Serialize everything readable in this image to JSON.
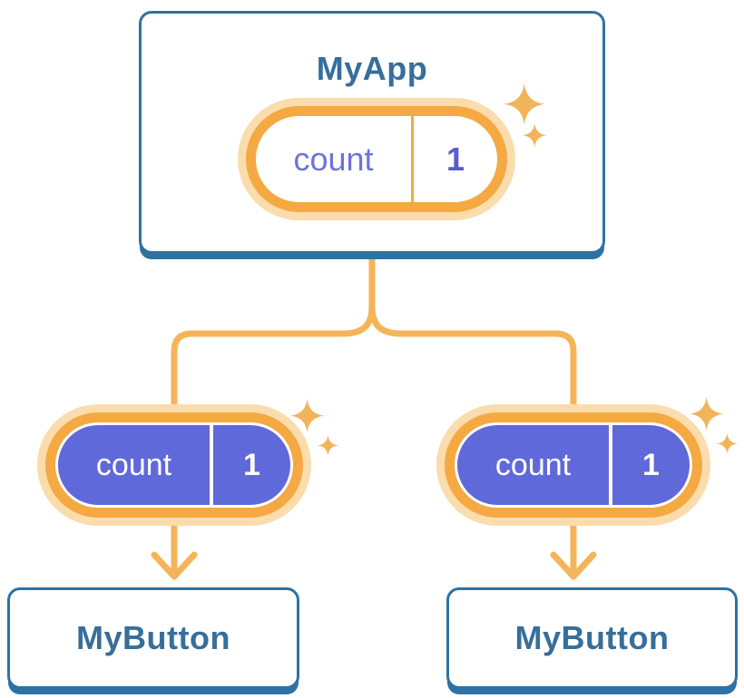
{
  "diagram": {
    "type": "react-state-tree",
    "root": {
      "title": "MyApp",
      "pill": {
        "key": "count",
        "value": "1"
      }
    },
    "children": [
      {
        "pill": {
          "key": "count",
          "value": "1"
        },
        "title": "MyButton"
      },
      {
        "pill": {
          "key": "count",
          "value": "1"
        },
        "title": "MyButton"
      }
    ]
  },
  "icons": {
    "sparkle": "sparkle-icon (4-point star)",
    "arrow": "arrow-down-icon (chevron)"
  },
  "colors": {
    "card_border_blue": "#2E72A4",
    "title_text_blue": "#376E9B",
    "connector_orange": "#F6B459",
    "pill_ring_orange": "#F5A943",
    "pill_halo": "#FBDCAD",
    "pill_fill_indigo": "#6069DA",
    "pill_key_text_indigo": "#6E72DC",
    "pill_value_text_indigo": "#575CCF",
    "sparkle_orange": "#F2B45A",
    "background": "#FFFFFF"
  }
}
